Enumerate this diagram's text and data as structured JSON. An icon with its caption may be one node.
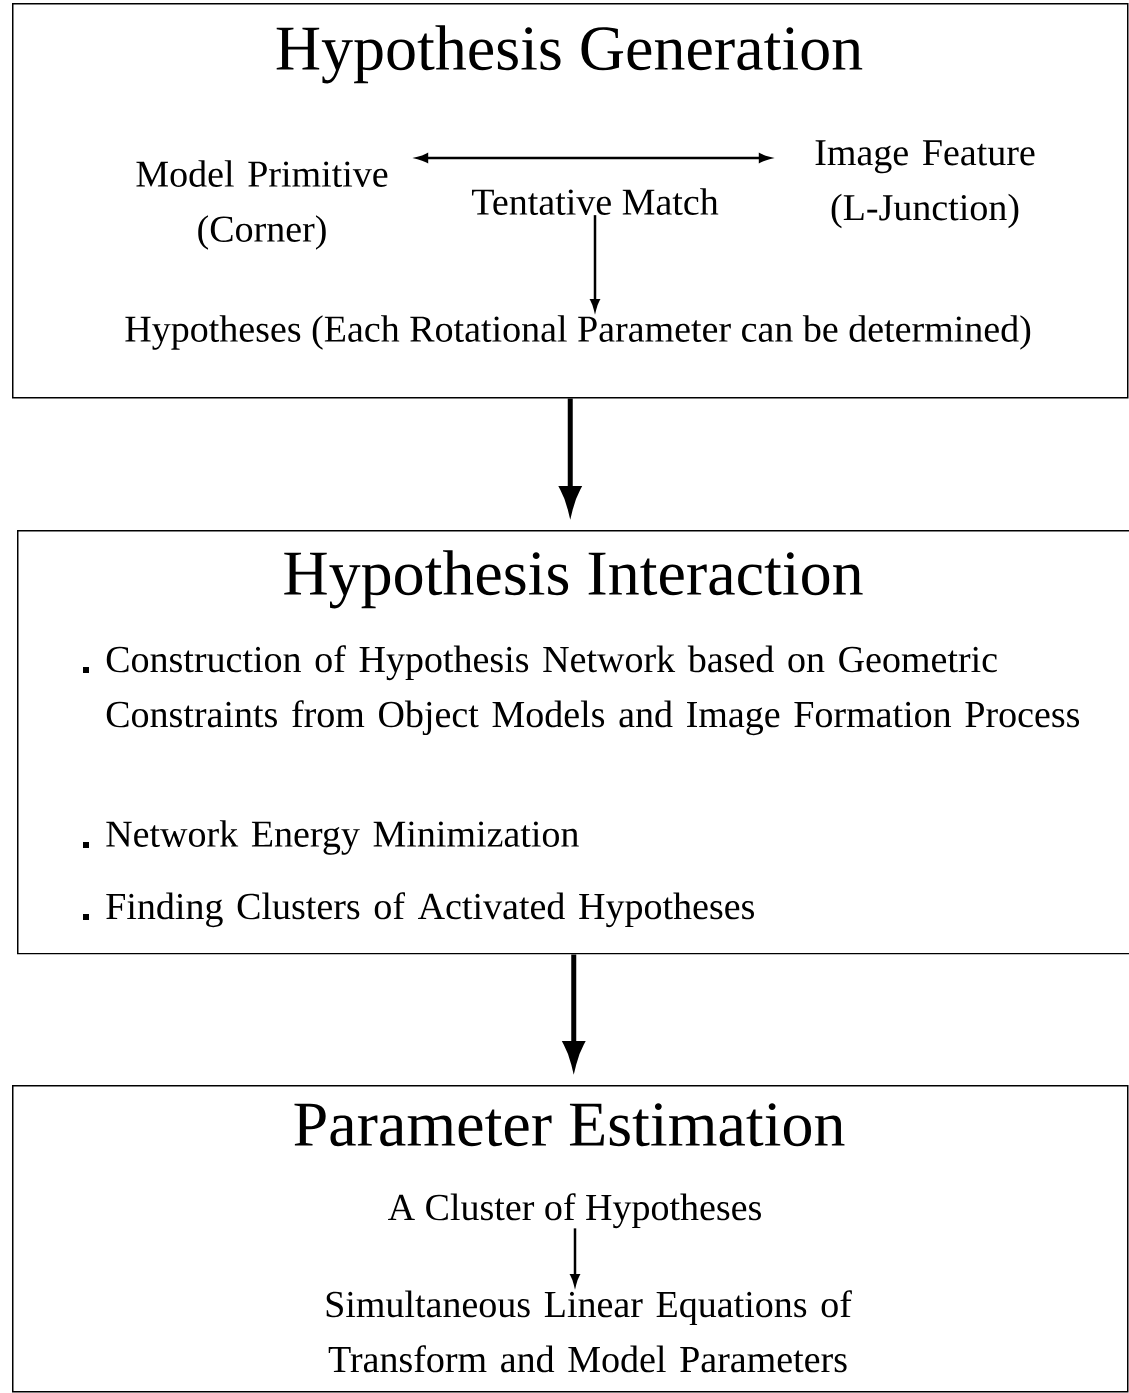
{
  "diagram": {
    "nodes": [
      {
        "text": [
          "Hypothesis Generation"
        ]
      },
      {
        "text": [
          "Model Primitive (Corner)"
        ],
        "in": 0
      },
      {
        "text": [
          "Image Feature (L-Junction)"
        ],
        "in": 0
      },
      {
        "text": [
          "Tentative Match"
        ],
        "in": 0
      },
      {
        "text": [
          "Hypotheses (Each Rotational Parameter can be determined)"
        ],
        "in": 0
      },
      {
        "text": [
          "Hypothesis Interaction",
          "Construction of Hypothesis Network based on Geometric Constraints from Object Models and Image Formation Process",
          "Network Energy Minimization",
          "Finding Clusters of Activated Hypotheses"
        ]
      },
      {
        "text": [
          "Parameter Estimation"
        ]
      },
      {
        "text": [
          "A Cluster of Hypotheses"
        ],
        "in": 6
      },
      {
        "text": [
          "Simultaneous Linear Equations of Transform and Model Parameters"
        ],
        "in": 6
      }
    ],
    "edges": [
      {
        "from": 1,
        "to": 2,
        "arrow": "both"
      },
      {
        "from": 3,
        "to": 4,
        "arrow": "to"
      },
      {
        "from": 0,
        "to": 5,
        "arrow": "to",
        "style": "thick"
      },
      {
        "from": 5,
        "to": 6,
        "arrow": "to",
        "style": "thick"
      },
      {
        "from": 7,
        "to": 8,
        "arrow": "to"
      }
    ]
  }
}
